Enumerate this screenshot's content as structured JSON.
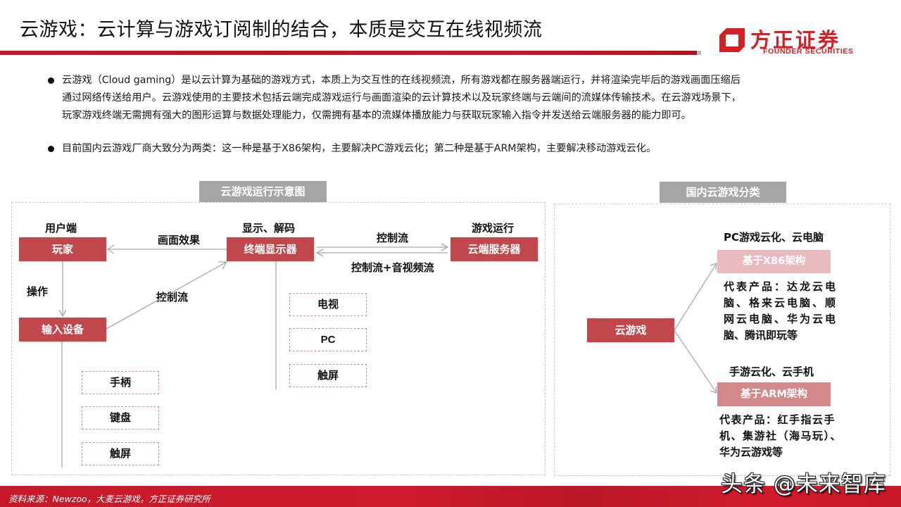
{
  "header": {
    "title": "云游戏：云计算与游戏订阅制的结合，本质是交互在线视频流",
    "logo": {
      "cn": "方正证券",
      "en": "FOUNDER SECURITIES",
      "icon": "founder-logo-mark"
    },
    "accent_color": "#c8182a"
  },
  "bullets": [
    {
      "lines": [
        "云游戏（Cloud gaming）是以云计算为基础的游戏方式，本质上为交互性的在线视频流，所有游戏都在服务器端运行，并将渲染完毕后的游戏画面压缩后",
        "通过网络传送给用户。云游戏使用的主要技术包括云端完成游戏运行与画面渲染的云计算技术以及玩家终端与云端间的流媒体传输技术。在云游戏场景下，",
        "玩家游戏终端无需拥有强大的图形运算与数据处理能力，仅需拥有基本的流媒体播放能力与获取玩家输入指令并发送给云端服务器的能力即可。"
      ]
    },
    {
      "lines": [
        "目前国内云游戏厂商大致分为两类：这一种是基于X86架构，主要解决PC游戏云化；第二种是基于ARM架构，主要解决移动游戏云化。"
      ]
    }
  ],
  "left_diagram": {
    "tag": "云游戏运行示意图",
    "labels": {
      "user_side": "用户端",
      "display_decode": "显示、解码",
      "game_run": "游戏运行",
      "picture_effect": "画面效果",
      "operate": "操作",
      "control_flow_left": "控制流",
      "control_flow_top": "控制流",
      "control_av_flow": "控制流+音视频流"
    },
    "nodes": {
      "player": "玩家",
      "terminal_display": "终端显示器",
      "cloud_server": "云端服务器",
      "input_device": "输入设备"
    },
    "display_devices": [
      "电视",
      "PC",
      "触屏"
    ],
    "input_devices": [
      "手柄",
      "键盘",
      "触屏"
    ]
  },
  "right_diagram": {
    "tag": "国内云游戏分类",
    "root": "云游戏",
    "branches": [
      {
        "heading": "PC游戏云化、云电脑",
        "box": "基于X86架构",
        "desc_lines": [
          "代表产品：达龙云电",
          "脑、格来云电脑、顺",
          "网云电脑、华为云电",
          "脑、腾讯即玩等"
        ]
      },
      {
        "heading": "手游云化、云手机",
        "box": "基于ARM架构",
        "desc_lines": [
          "代表产品：红手指云手",
          "机、集游社（海马玩）、",
          "华为云游戏等"
        ]
      }
    ]
  },
  "footer": {
    "source": "资料来源：Newzoo，大麦云游戏，方正证券研究所",
    "watermark": "头条 @未来智库"
  }
}
